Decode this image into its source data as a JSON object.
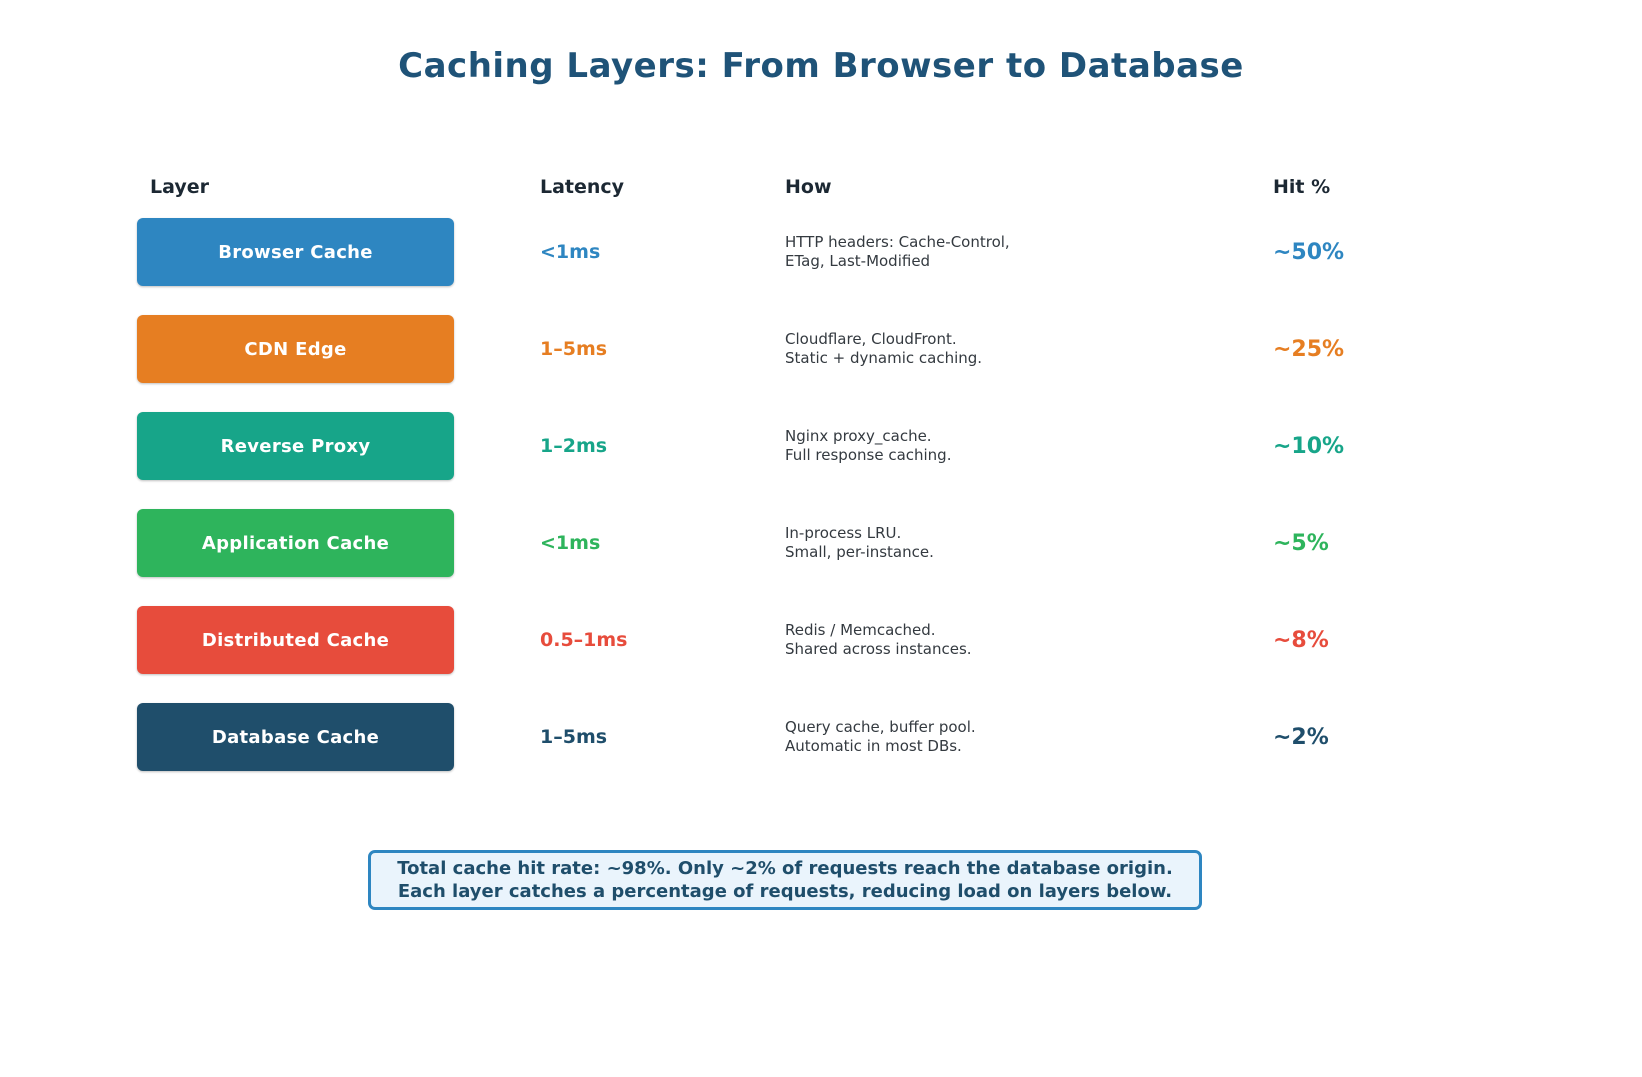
{
  "title": "Caching Layers: From Browser to Database",
  "columns": {
    "layer": "Layer",
    "latency": "Latency",
    "how": "How",
    "hit": "Hit %"
  },
  "layers": [
    {
      "name": "Browser Cache",
      "latency": "<1ms",
      "how_line1": "HTTP headers: Cache-Control,",
      "how_line2": "ETag, Last-Modified",
      "hit": "~50%",
      "color": "#2E86C1"
    },
    {
      "name": "CDN Edge",
      "latency": "1–5ms",
      "how_line1": "Cloudflare, CloudFront.",
      "how_line2": "Static + dynamic caching.",
      "hit": "~25%",
      "color": "#E67E22"
    },
    {
      "name": "Reverse Proxy",
      "latency": "1–2ms",
      "how_line1": "Nginx proxy_cache.",
      "how_line2": "Full response caching.",
      "hit": "~10%",
      "color": "#17A589"
    },
    {
      "name": "Application Cache",
      "latency": "<1ms",
      "how_line1": "In-process LRU.",
      "how_line2": "Small, per-instance.",
      "hit": "~5%",
      "color": "#2EB45C"
    },
    {
      "name": "Distributed Cache",
      "latency": "0.5–1ms",
      "how_line1": "Redis / Memcached.",
      "how_line2": "Shared across instances.",
      "hit": "~8%",
      "color": "#E74C3C"
    },
    {
      "name": "Database Cache",
      "latency": "1–5ms",
      "how_line1": "Query cache, buffer pool.",
      "how_line2": "Automatic in most DBs.",
      "hit": "~2%",
      "color": "#1F4E6B"
    }
  ],
  "footer": {
    "line1": "Total cache hit rate: ~98%. Only ~2% of requests reach the database origin.",
    "line2": "Each layer catches a percentage of requests, reducing load on layers below."
  },
  "theme": {
    "title_color": "#1F5378",
    "header_color": "#1C2833",
    "body_text_color": "#343A40",
    "footer_border": "#2E86C1",
    "footer_bg": "#EAF4FC",
    "footer_text": "#1F4E6B"
  }
}
